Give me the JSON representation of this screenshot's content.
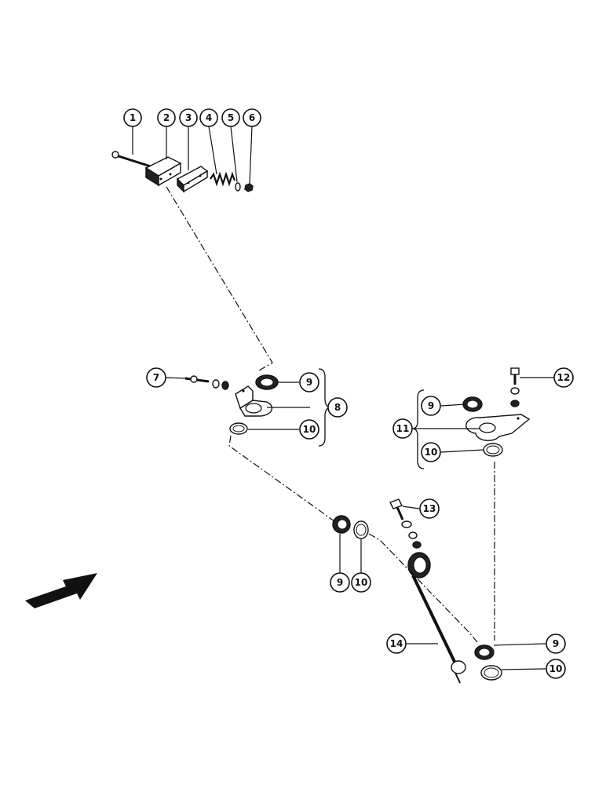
{
  "callouts": {
    "c1": "1",
    "c2": "2",
    "c3": "3",
    "c4": "4",
    "c5": "5",
    "c6": "6",
    "c7": "7",
    "c8": "8",
    "c9a": "9",
    "c10a": "10",
    "c9b": "9",
    "c10b": "10",
    "c11": "11",
    "c12": "12",
    "c13": "13",
    "c9c": "9",
    "c10c": "10",
    "c14": "14",
    "c9d": "9",
    "c10d": "10"
  },
  "colors": {
    "ink": "#111111",
    "paper": "#ffffff"
  },
  "icons": {
    "direction_arrow": "front-direction-arrow-icon"
  }
}
